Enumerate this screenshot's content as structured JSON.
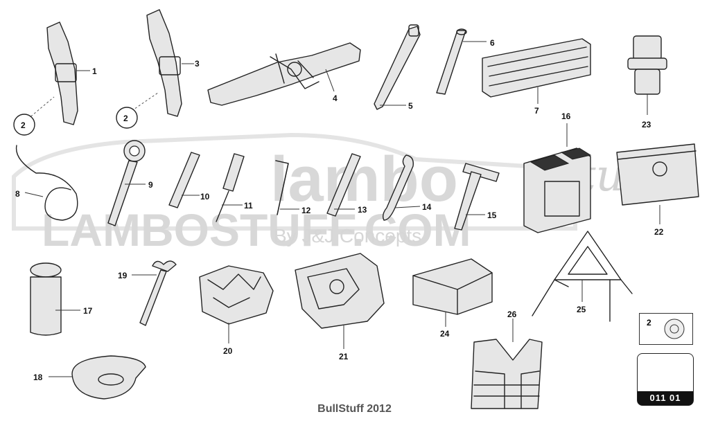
{
  "watermark": {
    "brand": "lambo",
    "script": "Stuff",
    "site": "LAMBOSTUFF.COM",
    "tagline": "By J&J Concepts"
  },
  "callouts": [
    "1",
    "2",
    "3",
    "4",
    "5",
    "6",
    "7",
    "8",
    "9",
    "10",
    "11",
    "12",
    "13",
    "14",
    "15",
    "16",
    "17",
    "18",
    "19",
    "20",
    "21",
    "22",
    "23",
    "24",
    "25",
    "26"
  ],
  "ref_box": {
    "number": "2"
  },
  "drawing_code": "011 01",
  "footer": "BullStuff 2012"
}
